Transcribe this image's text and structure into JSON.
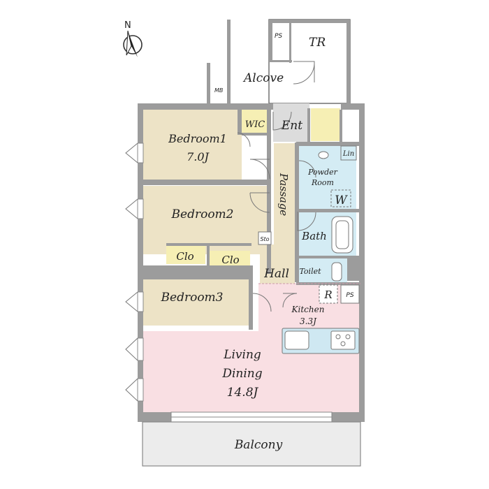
{
  "compass": {
    "letter": "N"
  },
  "rooms": {
    "bedroom1": {
      "name": "Bedroom1",
      "size": "7.0J",
      "color": "#ede3c6"
    },
    "bedroom2": {
      "name": "Bedroom2",
      "color": "#ede3c6"
    },
    "bedroom3": {
      "name": "Bedroom3",
      "color": "#ede3c6"
    },
    "wic": {
      "name": "WIC",
      "color": "#f6efb4"
    },
    "clo1": {
      "name": "Clo",
      "color": "#f6efb4"
    },
    "clo2": {
      "name": "Clo",
      "color": "#f6efb4"
    },
    "ent": {
      "name": "Ent",
      "color": "#dcdcdc"
    },
    "passage": {
      "name": "Passage",
      "color": "#ede3c6"
    },
    "sto": {
      "name": "Sto"
    },
    "hall": {
      "name": "Hall",
      "color": "#ede3c6"
    },
    "powder": {
      "name_line1": "Powder",
      "name_line2": "Room",
      "color": "#d4ecf4"
    },
    "washer": {
      "name": "W"
    },
    "lin": {
      "name": "Lin"
    },
    "bath": {
      "name": "Bath",
      "color": "#d4ecf4"
    },
    "toilet": {
      "name": "Toilet",
      "color": "#d4ecf4"
    },
    "fridge": {
      "name": "R"
    },
    "ps_lower": {
      "name": "PS"
    },
    "kitchen": {
      "name": "Kitchen",
      "size": "3.3J",
      "color": "#f9dfe3"
    },
    "living": {
      "name_line1": "Living",
      "name_line2": "Dining",
      "size": "14.8J",
      "color": "#f9dfe3"
    },
    "balcony": {
      "name": "Balcony",
      "color": "#ececec"
    },
    "alcove": {
      "name": "Alcove"
    },
    "mb": {
      "name": "MB"
    },
    "ps_upper": {
      "name": "PS"
    },
    "tr": {
      "name": "TR"
    },
    "counter": {
      "color": "#cfe8f2"
    }
  },
  "colors": {
    "wall": "#9c9c9c",
    "line": "#555555"
  }
}
